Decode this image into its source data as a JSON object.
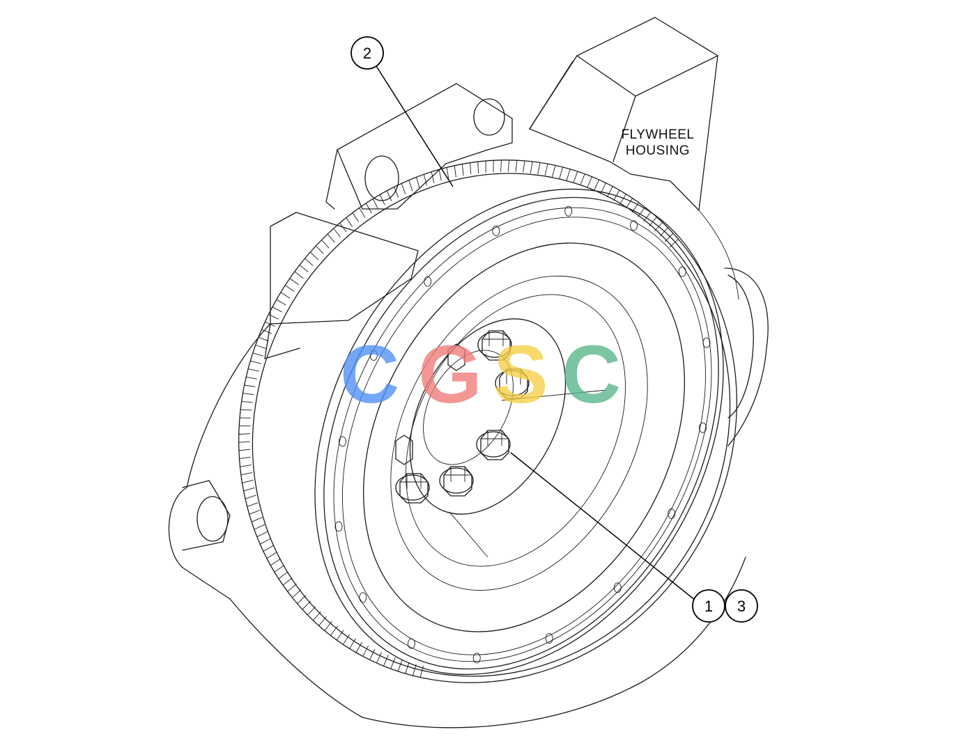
{
  "labels": {
    "housing_line1": "FLYWHEEL",
    "housing_line2": "HOUSING"
  },
  "callouts": [
    {
      "id": "2"
    },
    {
      "id": "1"
    },
    {
      "id": "3"
    }
  ],
  "watermark": {
    "letters": [
      "C",
      "G",
      "S",
      "C"
    ],
    "colors": [
      "#4f8ff7",
      "#f07b78",
      "#f7cf45",
      "#57b58a"
    ]
  }
}
